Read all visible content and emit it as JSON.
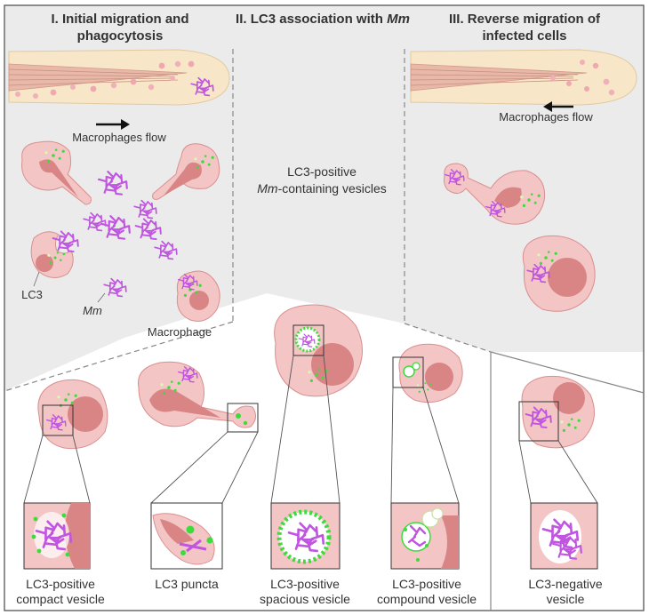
{
  "sections": {
    "one": {
      "title_line1": "I. Initial migration and",
      "title_line2": "phagocytosis",
      "flow_label": "Macrophages flow"
    },
    "two": {
      "title_prefix": "II. LC3 association with ",
      "title_italic": "Mm"
    },
    "three": {
      "title_line1": "III. Reverse migration of",
      "title_line2": "infected cells",
      "flow_label": "Macrophages flow"
    }
  },
  "center_label": {
    "line1": "LC3-positive",
    "line2_italic": "Mm",
    "line2_rest": "-containing vesicles"
  },
  "annotations": {
    "lc3": "LC3",
    "mm": "Mm",
    "macrophage": "Macrophage"
  },
  "captions": [
    {
      "line1": "LC3-positive",
      "line2": "compact vesicle"
    },
    {
      "line1": "LC3 puncta",
      "line2": ""
    },
    {
      "line1": "LC3-positive",
      "line2": "spacious vesicle"
    },
    {
      "line1": "LC3-positive",
      "line2": "compound vesicle"
    },
    {
      "line1": "LC3-negative",
      "line2": "vesicle"
    }
  ],
  "colors": {
    "panel_background": "#ebebeb",
    "cell_fill": "#f3c5c5",
    "cell_stroke": "#d98f8f",
    "nucleus": "#d98585",
    "lc3_green": "#3ddc3d",
    "bacteria_purple": "#c056e0",
    "frame": "#555555"
  }
}
